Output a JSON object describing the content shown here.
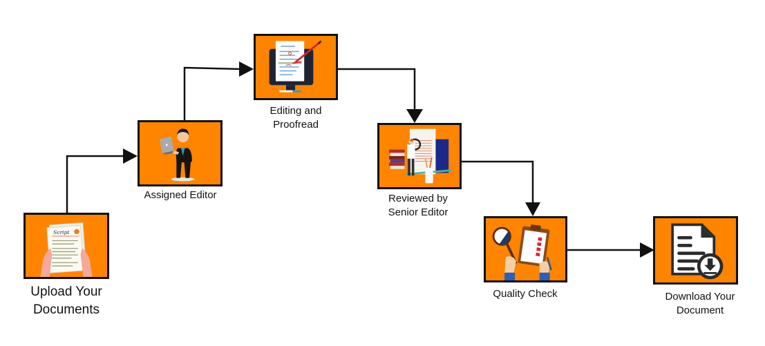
{
  "diagram": {
    "type": "process-flow",
    "accent_color": "#ff8400",
    "border_color": "#111111",
    "steps": [
      {
        "id": "upload",
        "label_line1": "Upload Your",
        "label_line2": "Documents",
        "icon": "hands-holding-script-icon",
        "icon_text": "Script"
      },
      {
        "id": "assigned",
        "label_line1": "Assigned Editor",
        "label_line2": "",
        "icon": "businessman-with-laptop-icon"
      },
      {
        "id": "editing",
        "label_line1": "Editing and",
        "label_line2": "Proofread",
        "icon": "monitor-document-pen-icon"
      },
      {
        "id": "review",
        "label_line1": "Reviewed by",
        "label_line2": "Senior Editor",
        "icon": "reviewer-magnifier-books-icon"
      },
      {
        "id": "quality",
        "label_line1": "Quality Check",
        "label_line2": "",
        "icon": "clipboard-checklist-magnifier-icon"
      },
      {
        "id": "download",
        "label_line1": "Download Your",
        "label_line2": "Document",
        "icon": "document-download-icon"
      }
    ],
    "connections": [
      {
        "from": "upload",
        "to": "assigned"
      },
      {
        "from": "assigned",
        "to": "editing"
      },
      {
        "from": "editing",
        "to": "review"
      },
      {
        "from": "review",
        "to": "quality"
      },
      {
        "from": "quality",
        "to": "download"
      }
    ]
  }
}
